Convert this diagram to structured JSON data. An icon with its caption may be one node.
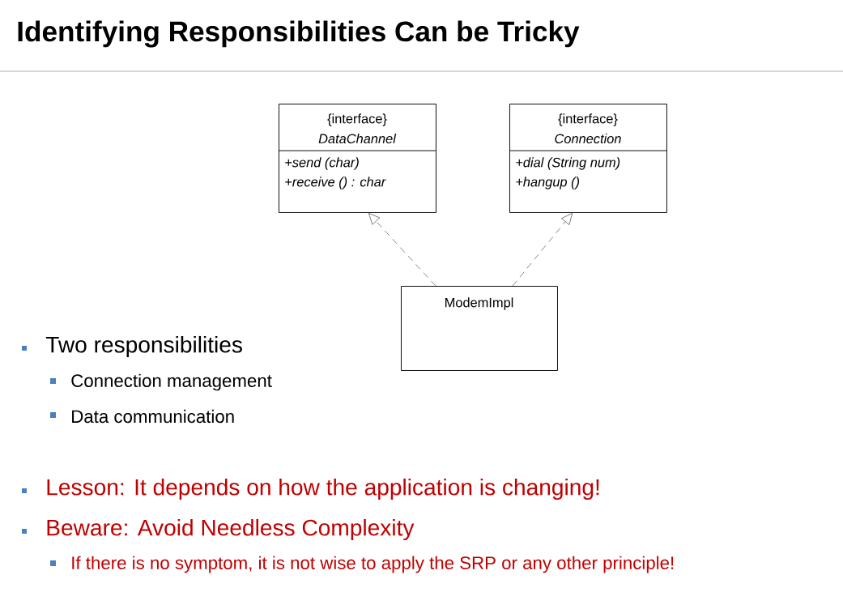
{
  "diagram": {
    "title": "Identifying Responsibilities Can be Tricky",
    "nodes": [
      {
        "text": [
          "{interface}",
          "DataChannel",
          "+send (char)",
          "+receive () : char"
        ]
      },
      {
        "text": [
          "{interface}",
          "Connection",
          "+dial (String num)",
          "+hangup ()"
        ]
      },
      {
        "text": [
          "ModemImpl"
        ]
      }
    ],
    "edges": [
      {
        "from": 2,
        "to": 0,
        "arrow": "to",
        "style": "dashed"
      },
      {
        "from": 2,
        "to": 1,
        "arrow": "to",
        "style": "dashed"
      }
    ],
    "labels": [
      "Two responsibilities",
      "Connection management",
      "Data communication",
      "Lesson: It depends on how the application is changing!",
      "Beware: Avoid Needless Complexity",
      "If there is no symptom, it is not wise to apply the SRP or any other principle!"
    ]
  }
}
